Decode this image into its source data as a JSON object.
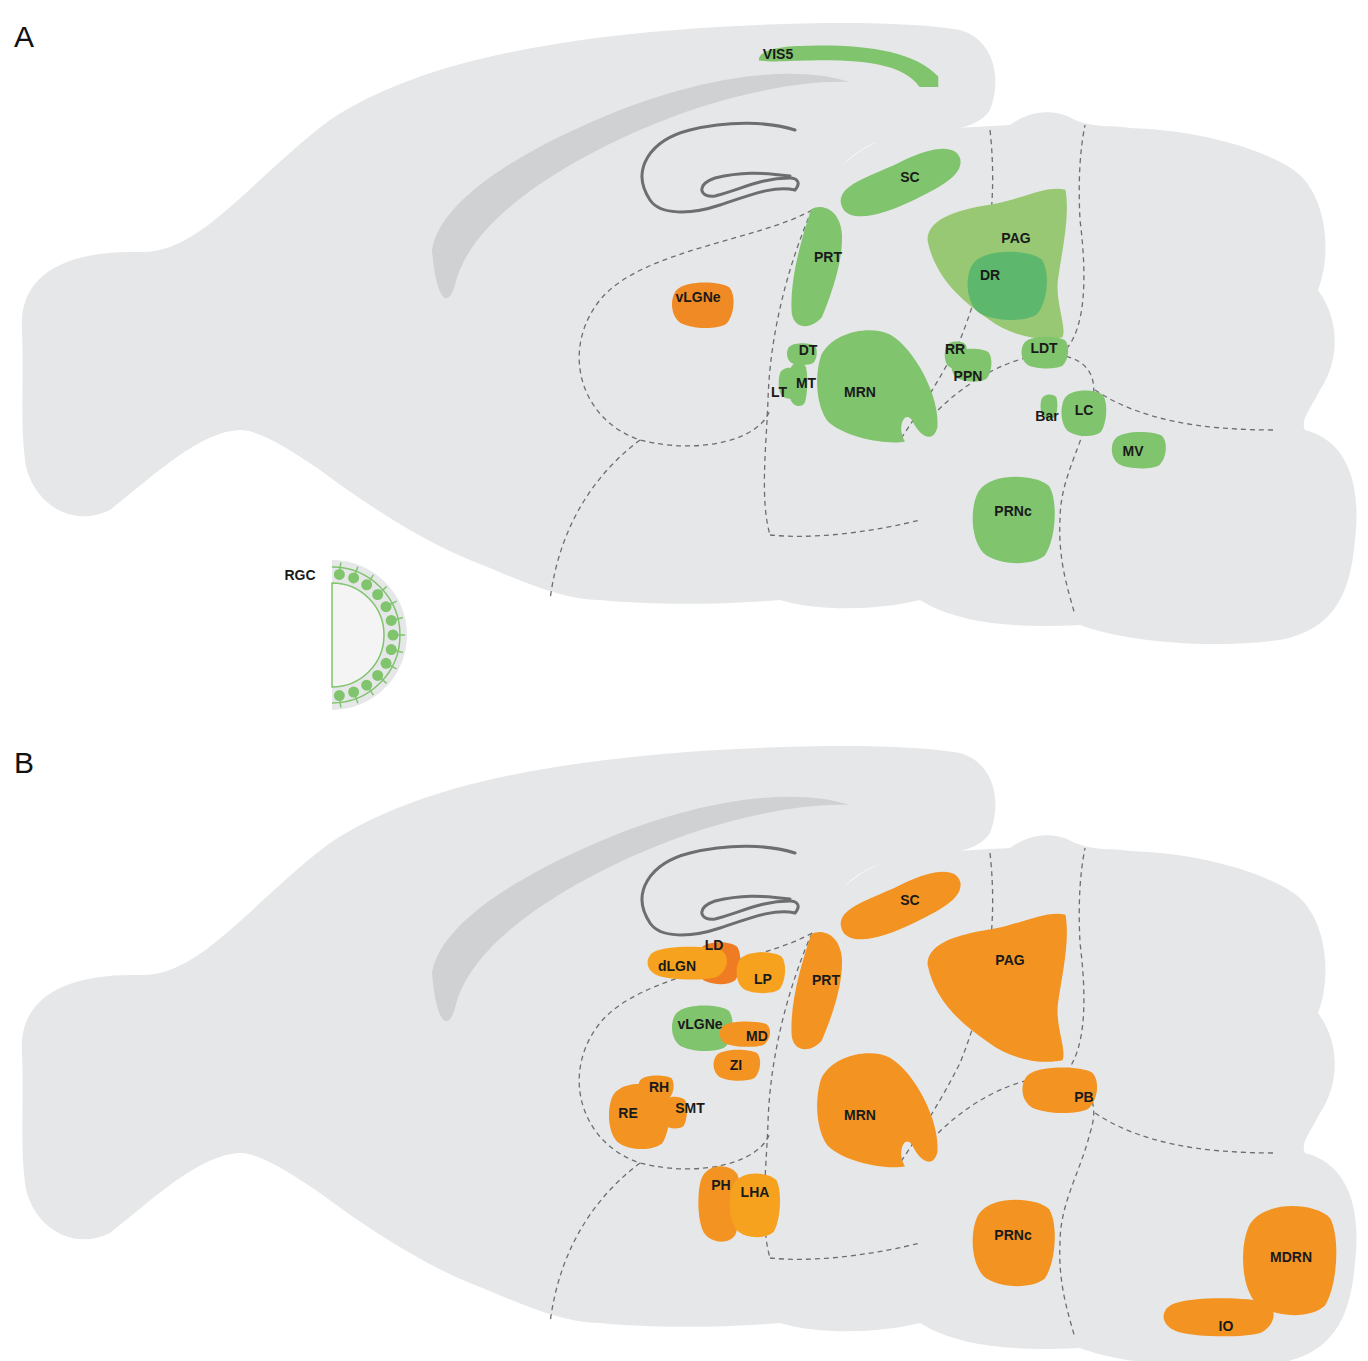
{
  "diagram": {
    "nodes": [
      {
        "text": [
          "VIS5"
        ]
      },
      {
        "text": [
          "SC"
        ]
      },
      {
        "text": [
          "PRT"
        ]
      },
      {
        "text": [
          "PAG"
        ]
      },
      {
        "text": [
          "DR"
        ],
        "in": 3
      },
      {
        "text": [
          "vLGNe"
        ]
      },
      {
        "text": [
          "DT"
        ]
      },
      {
        "text": [
          "RR"
        ]
      },
      {
        "text": [
          "LDT"
        ]
      },
      {
        "text": [
          "LT"
        ]
      },
      {
        "text": [
          "MT"
        ]
      },
      {
        "text": [
          "MRN"
        ]
      },
      {
        "text": [
          "PPN"
        ]
      },
      {
        "text": [
          "Bar"
        ]
      },
      {
        "text": [
          "LC"
        ]
      },
      {
        "text": [
          "MV"
        ]
      },
      {
        "text": [
          "PRNc"
        ]
      },
      {
        "text": [
          "RGC"
        ]
      },
      {
        "text": [
          "SC"
        ]
      },
      {
        "text": [
          "LD"
        ]
      },
      {
        "text": [
          "dLGN"
        ]
      },
      {
        "text": [
          "LP"
        ]
      },
      {
        "text": [
          "PRT"
        ]
      },
      {
        "text": [
          "PAG"
        ]
      },
      {
        "text": [
          "vLGNe"
        ]
      },
      {
        "text": [
          "MD"
        ]
      },
      {
        "text": [
          "ZI"
        ]
      },
      {
        "text": [
          "RH"
        ]
      },
      {
        "text": [
          "RE"
        ]
      },
      {
        "text": [
          "SMT"
        ]
      },
      {
        "text": [
          "MRN"
        ]
      },
      {
        "text": [
          "PB"
        ]
      },
      {
        "text": [
          "PH"
        ]
      },
      {
        "text": [
          "LHA"
        ]
      },
      {
        "text": [
          "PRNc"
        ]
      },
      {
        "text": [
          "MDRN"
        ]
      },
      {
        "text": [
          "IO"
        ]
      }
    ],
    "edges": [],
    "labels": [
      "A",
      "B"
    ]
  }
}
